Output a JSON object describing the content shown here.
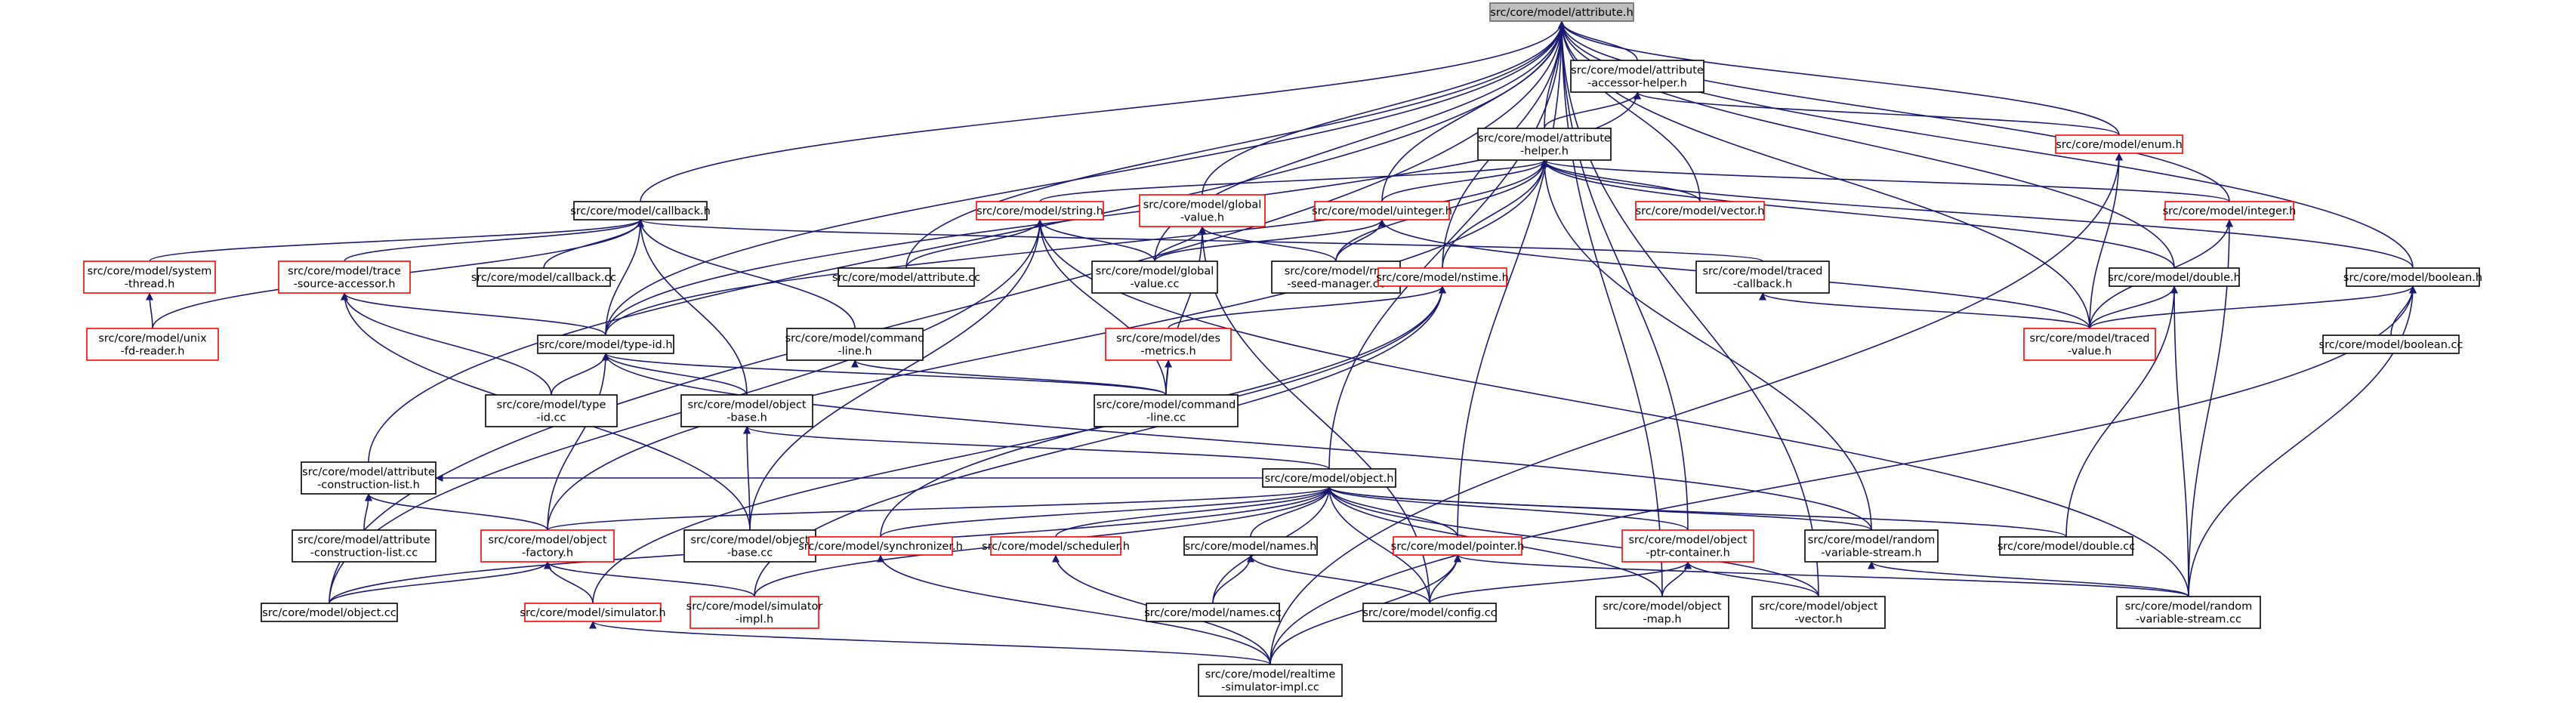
{
  "colors": {
    "edge": "#191970",
    "node_border": "#000000",
    "node_border_truncated": "#ff0000",
    "node_fill": "#ffffff",
    "root_fill": "#bfbfbf"
  },
  "graph": {
    "nodes": [
      {
        "id": "attribute_h",
        "lines": [
          "src/core/model/attribute.h"
        ],
        "border": "gray",
        "root": true
      },
      {
        "id": "attribute_accessor_helper_h",
        "lines": [
          "src/core/model/attribute",
          "-accessor-helper.h"
        ],
        "border": "black"
      },
      {
        "id": "attribute_helper_h",
        "lines": [
          "src/core/model/attribute",
          "-helper.h"
        ],
        "border": "black"
      },
      {
        "id": "enum_h",
        "lines": [
          "src/core/model/enum.h"
        ],
        "border": "red"
      },
      {
        "id": "callback_h",
        "lines": [
          "src/core/model/callback.h"
        ],
        "border": "black"
      },
      {
        "id": "string_h",
        "lines": [
          "src/core/model/string.h"
        ],
        "border": "red"
      },
      {
        "id": "global_value_h",
        "lines": [
          "src/core/model/global",
          "-value.h"
        ],
        "border": "red"
      },
      {
        "id": "uinteger_h",
        "lines": [
          "src/core/model/uinteger.h"
        ],
        "border": "red"
      },
      {
        "id": "vector_h",
        "lines": [
          "src/core/model/vector.h"
        ],
        "border": "red"
      },
      {
        "id": "integer_h",
        "lines": [
          "src/core/model/integer.h"
        ],
        "border": "red"
      },
      {
        "id": "system_thread_h",
        "lines": [
          "src/core/model/system",
          "-thread.h"
        ],
        "border": "red"
      },
      {
        "id": "trace_source_accessor_h",
        "lines": [
          "src/core/model/trace",
          "-source-accessor.h"
        ],
        "border": "red"
      },
      {
        "id": "callback_cc",
        "lines": [
          "src/core/model/callback.cc"
        ],
        "border": "black"
      },
      {
        "id": "attribute_cc",
        "lines": [
          "src/core/model/attribute.cc"
        ],
        "border": "black"
      },
      {
        "id": "global_value_cc",
        "lines": [
          "src/core/model/global",
          "-value.cc"
        ],
        "border": "black"
      },
      {
        "id": "rng_seed_manager_cc",
        "lines": [
          "src/core/model/rng",
          "-seed-manager.cc"
        ],
        "border": "black"
      },
      {
        "id": "nstime_h",
        "lines": [
          "src/core/model/nstime.h"
        ],
        "border": "red"
      },
      {
        "id": "traced_callback_h",
        "lines": [
          "src/core/model/traced",
          "-callback.h"
        ],
        "border": "black"
      },
      {
        "id": "double_h",
        "lines": [
          "src/core/model/double.h"
        ],
        "border": "black"
      },
      {
        "id": "boolean_h",
        "lines": [
          "src/core/model/boolean.h"
        ],
        "border": "black"
      },
      {
        "id": "unix_fd_reader_h",
        "lines": [
          "src/core/model/unix",
          "-fd-reader.h"
        ],
        "border": "red"
      },
      {
        "id": "type_id_h",
        "lines": [
          "src/core/model/type-id.h"
        ],
        "border": "black"
      },
      {
        "id": "command_line_h",
        "lines": [
          "src/core/model/command",
          "-line.h"
        ],
        "border": "black"
      },
      {
        "id": "des_metrics_h",
        "lines": [
          "src/core/model/des",
          "-metrics.h"
        ],
        "border": "red"
      },
      {
        "id": "traced_value_h",
        "lines": [
          "src/core/model/traced",
          "-value.h"
        ],
        "border": "red"
      },
      {
        "id": "boolean_cc",
        "lines": [
          "src/core/model/boolean.cc"
        ],
        "border": "black"
      },
      {
        "id": "type_id_cc",
        "lines": [
          "src/core/model/type",
          "-id.cc"
        ],
        "border": "black"
      },
      {
        "id": "object_base_h",
        "lines": [
          "src/core/model/object",
          "-base.h"
        ],
        "border": "black"
      },
      {
        "id": "command_line_cc",
        "lines": [
          "src/core/model/command",
          "-line.cc"
        ],
        "border": "black"
      },
      {
        "id": "attribute_construction_list_h",
        "lines": [
          "src/core/model/attribute",
          "-construction-list.h"
        ],
        "border": "black"
      },
      {
        "id": "attribute_construction_list_cc",
        "lines": [
          "src/core/model/attribute",
          "-construction-list.cc"
        ],
        "border": "black"
      },
      {
        "id": "object_base_cc",
        "lines": [
          "src/core/model/object",
          "-base.cc"
        ],
        "border": "black"
      },
      {
        "id": "object_h",
        "lines": [
          "src/core/model/object.h"
        ],
        "border": "black"
      },
      {
        "id": "object_factory_h",
        "lines": [
          "src/core/model/object",
          "-factory.h"
        ],
        "border": "red"
      },
      {
        "id": "synchronizer_h",
        "lines": [
          "src/core/model/synchronizer.h"
        ],
        "border": "red"
      },
      {
        "id": "scheduler_h",
        "lines": [
          "src/core/model/scheduler.h"
        ],
        "border": "red"
      },
      {
        "id": "names_h",
        "lines": [
          "src/core/model/names.h"
        ],
        "border": "black"
      },
      {
        "id": "pointer_h",
        "lines": [
          "src/core/model/pointer.h"
        ],
        "border": "red"
      },
      {
        "id": "object_ptr_container_h",
        "lines": [
          "src/core/model/object",
          "-ptr-container.h"
        ],
        "border": "red"
      },
      {
        "id": "random_variable_stream_h",
        "lines": [
          "src/core/model/random",
          "-variable-stream.h"
        ],
        "border": "black"
      },
      {
        "id": "double_cc",
        "lines": [
          "src/core/model/double.cc"
        ],
        "border": "black"
      },
      {
        "id": "simulator_h",
        "lines": [
          "src/core/model/simulator.h"
        ],
        "border": "red"
      },
      {
        "id": "simulator_impl_h",
        "lines": [
          "src/core/model/simulator",
          "-impl.h"
        ],
        "border": "red"
      },
      {
        "id": "names_cc",
        "lines": [
          "src/core/model/names.cc"
        ],
        "border": "black"
      },
      {
        "id": "config_cc",
        "lines": [
          "src/core/model/config.cc"
        ],
        "border": "black"
      },
      {
        "id": "object_map_h",
        "lines": [
          "src/core/model/object",
          "-map.h"
        ],
        "border": "black"
      },
      {
        "id": "object_vector_h",
        "lines": [
          "src/core/model/object",
          "-vector.h"
        ],
        "border": "black"
      },
      {
        "id": "random_variable_stream_cc",
        "lines": [
          "src/core/model/random",
          "-variable-stream.cc"
        ],
        "border": "black"
      },
      {
        "id": "object_cc",
        "lines": [
          "src/core/model/object.cc"
        ],
        "border": "black"
      },
      {
        "id": "realtime_simulator_impl_cc",
        "lines": [
          "src/core/model/realtime",
          "-simulator-impl.cc"
        ],
        "border": "black"
      }
    ],
    "edges": [
      [
        "attribute_accessor_helper_h",
        "attribute_h"
      ],
      [
        "attribute_helper_h",
        "attribute_h"
      ],
      [
        "enum_h",
        "attribute_h"
      ],
      [
        "callback_h",
        "attribute_h"
      ],
      [
        "global_value_h",
        "attribute_h"
      ],
      [
        "uinteger_h",
        "attribute_h"
      ],
      [
        "vector_h",
        "attribute_h"
      ],
      [
        "integer_h",
        "attribute_h"
      ],
      [
        "attribute_cc",
        "attribute_h"
      ],
      [
        "global_value_cc",
        "attribute_h"
      ],
      [
        "nstime_h",
        "attribute_h"
      ],
      [
        "double_h",
        "attribute_h"
      ],
      [
        "boolean_h",
        "attribute_h"
      ],
      [
        "type_id_h",
        "attribute_h"
      ],
      [
        "traced_value_h",
        "attribute_h"
      ],
      [
        "attribute_construction_list_h",
        "attribute_h"
      ],
      [
        "object_h",
        "attribute_h"
      ],
      [
        "pointer_h",
        "attribute_h"
      ],
      [
        "object_ptr_container_h",
        "attribute_h"
      ],
      [
        "object_map_h",
        "attribute_h"
      ],
      [
        "object_vector_h",
        "attribute_h"
      ],
      [
        "object_cc",
        "attribute_h"
      ],
      [
        "attribute_helper_h",
        "attribute_accessor_helper_h"
      ],
      [
        "enum_h",
        "attribute_accessor_helper_h"
      ],
      [
        "type_id_h",
        "attribute_accessor_helper_h"
      ],
      [
        "string_h",
        "attribute_helper_h"
      ],
      [
        "uinteger_h",
        "attribute_helper_h"
      ],
      [
        "vector_h",
        "attribute_helper_h"
      ],
      [
        "integer_h",
        "attribute_helper_h"
      ],
      [
        "nstime_h",
        "attribute_helper_h"
      ],
      [
        "double_h",
        "attribute_helper_h"
      ],
      [
        "boolean_h",
        "attribute_helper_h"
      ],
      [
        "type_id_h",
        "attribute_helper_h"
      ],
      [
        "object_factory_h",
        "attribute_helper_h"
      ],
      [
        "random_variable_stream_h",
        "attribute_helper_h"
      ],
      [
        "rng_seed_manager_cc",
        "attribute_helper_h"
      ],
      [
        "realtime_simulator_impl_cc",
        "enum_h"
      ],
      [
        "traced_value_h",
        "enum_h"
      ],
      [
        "system_thread_h",
        "callback_h"
      ],
      [
        "trace_source_accessor_h",
        "callback_h"
      ],
      [
        "callback_cc",
        "callback_h"
      ],
      [
        "traced_callback_h",
        "callback_h"
      ],
      [
        "unix_fd_reader_h",
        "callback_h"
      ],
      [
        "type_id_h",
        "callback_h"
      ],
      [
        "command_line_h",
        "callback_h"
      ],
      [
        "object_base_h",
        "callback_h"
      ],
      [
        "attribute_cc",
        "string_h"
      ],
      [
        "global_value_cc",
        "string_h"
      ],
      [
        "command_line_cc",
        "string_h"
      ],
      [
        "object_base_cc",
        "string_h"
      ],
      [
        "random_variable_stream_cc",
        "string_h"
      ],
      [
        "object_cc",
        "string_h"
      ],
      [
        "global_value_cc",
        "global_value_h"
      ],
      [
        "rng_seed_manager_cc",
        "global_value_h"
      ],
      [
        "command_line_cc",
        "global_value_h"
      ],
      [
        "config_cc",
        "global_value_h"
      ],
      [
        "global_value_cc",
        "uinteger_h"
      ],
      [
        "rng_seed_manager_cc",
        "uinteger_h"
      ],
      [
        "traced_value_h",
        "uinteger_h"
      ],
      [
        "traced_value_h",
        "integer_h"
      ],
      [
        "random_variable_stream_cc",
        "integer_h"
      ],
      [
        "unix_fd_reader_h",
        "system_thread_h"
      ],
      [
        "type_id_h",
        "trace_source_accessor_h"
      ],
      [
        "type_id_cc",
        "trace_source_accessor_h"
      ],
      [
        "object_base_cc",
        "trace_source_accessor_h"
      ],
      [
        "des_metrics_h",
        "nstime_h"
      ],
      [
        "synchronizer_h",
        "nstime_h"
      ],
      [
        "simulator_h",
        "nstime_h"
      ],
      [
        "simulator_impl_h",
        "nstime_h"
      ],
      [
        "traced_value_h",
        "traced_callback_h"
      ],
      [
        "traced_value_h",
        "double_h"
      ],
      [
        "double_cc",
        "double_h"
      ],
      [
        "random_variable_stream_cc",
        "double_h"
      ],
      [
        "traced_value_h",
        "boolean_h"
      ],
      [
        "boolean_cc",
        "boolean_h"
      ],
      [
        "random_variable_stream_cc",
        "boolean_h"
      ],
      [
        "realtime_simulator_impl_cc",
        "boolean_h"
      ],
      [
        "type_id_cc",
        "type_id_h"
      ],
      [
        "object_base_h",
        "type_id_h"
      ],
      [
        "command_line_cc",
        "type_id_h"
      ],
      [
        "object_factory_h",
        "type_id_h"
      ],
      [
        "random_variable_stream_h",
        "type_id_h"
      ],
      [
        "command_line_cc",
        "command_line_h"
      ],
      [
        "command_line_cc",
        "des_metrics_h"
      ],
      [
        "object_base_cc",
        "object_base_h"
      ],
      [
        "object_h",
        "object_base_h"
      ],
      [
        "attribute_construction_list_cc",
        "attribute_construction_list_h"
      ],
      [
        "object_factory_h",
        "attribute_construction_list_h"
      ],
      [
        "object_h",
        "attribute_construction_list_h"
      ],
      [
        "object_factory_h",
        "object_h"
      ],
      [
        "synchronizer_h",
        "object_h"
      ],
      [
        "scheduler_h",
        "object_h"
      ],
      [
        "names_h",
        "object_h"
      ],
      [
        "pointer_h",
        "object_h"
      ],
      [
        "object_ptr_container_h",
        "object_h"
      ],
      [
        "random_variable_stream_h",
        "object_h"
      ],
      [
        "double_cc",
        "object_h"
      ],
      [
        "simulator_impl_h",
        "object_h"
      ],
      [
        "names_cc",
        "object_h"
      ],
      [
        "config_cc",
        "object_h"
      ],
      [
        "object_map_h",
        "object_h"
      ],
      [
        "object_vector_h",
        "object_h"
      ],
      [
        "object_cc",
        "object_h"
      ],
      [
        "object_cc",
        "object_factory_h"
      ],
      [
        "simulator_h",
        "object_factory_h"
      ],
      [
        "simulator_impl_h",
        "object_factory_h"
      ],
      [
        "realtime_simulator_impl_cc",
        "synchronizer_h"
      ],
      [
        "realtime_simulator_impl_cc",
        "scheduler_h"
      ],
      [
        "names_cc",
        "names_h"
      ],
      [
        "config_cc",
        "names_h"
      ],
      [
        "config_cc",
        "pointer_h"
      ],
      [
        "random_variable_stream_cc",
        "pointer_h"
      ],
      [
        "realtime_simulator_impl_cc",
        "pointer_h"
      ],
      [
        "config_cc",
        "object_ptr_container_h"
      ],
      [
        "object_map_h",
        "object_ptr_container_h"
      ],
      [
        "object_vector_h",
        "object_ptr_container_h"
      ],
      [
        "random_variable_stream_cc",
        "random_variable_stream_h"
      ],
      [
        "realtime_simulator_impl_cc",
        "simulator_h"
      ]
    ]
  }
}
